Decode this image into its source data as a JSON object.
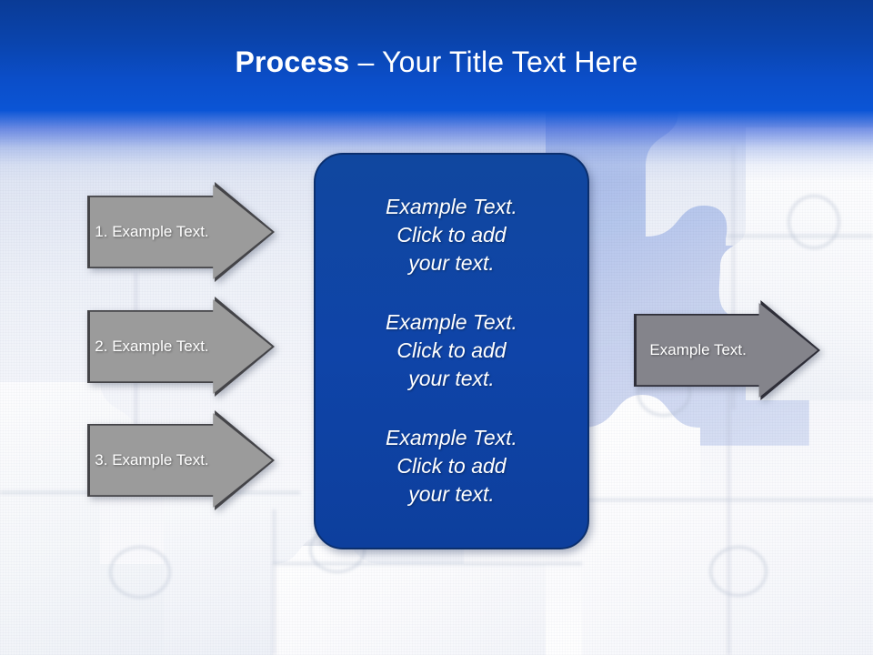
{
  "slide": {
    "title_strong": "Process",
    "title_rest": " – Your Title Text Here",
    "colors": {
      "header_blue_top": "#0a3b96",
      "header_blue_bottom": "#0b55d6",
      "center_box_blue": "#0f44a8",
      "center_box_border": "#0b2f6e",
      "arrow_gray": "#9b9b9b",
      "arrow_gray_dark": "#84848b",
      "arrow_border": "#444448",
      "text_white": "#ffffff"
    }
  },
  "input_arrows": [
    {
      "label": "1. Example Text.",
      "name": "input-arrow-1"
    },
    {
      "label": "2. Example Text.",
      "name": "input-arrow-2"
    },
    {
      "label": "3. Example Text.",
      "name": "input-arrow-3"
    }
  ],
  "center_box": {
    "paragraphs": [
      "Example Text.\nClick  to add\nyour text.",
      "Example Text.\nClick  to add\nyour text.",
      "Example Text.\nClick  to add\nyour text."
    ]
  },
  "output_arrow": {
    "label": "Example Text."
  }
}
